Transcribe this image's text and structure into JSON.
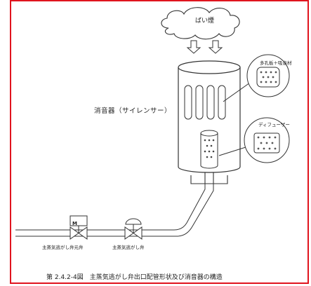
{
  "figure": {
    "border_color": "#e0141e",
    "labels": {
      "smoke": "ばい煙",
      "silencer": "消音器（サイレンサー）",
      "porous_plate": "多孔板＋吸音材",
      "diffuser": "ディフューザー",
      "motor_valve_mark": "M",
      "valve_left": "主蒸気逃がし弁元弁",
      "valve_right": "主蒸気逃がし弁"
    },
    "caption": "第 2.4.2-4図　主蒸気逃がし弁出口配管形状及び消音器の構造"
  }
}
